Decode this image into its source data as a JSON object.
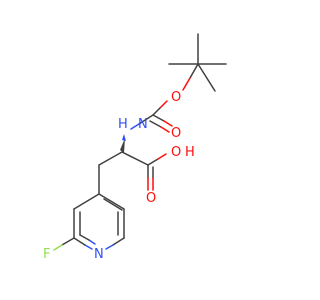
{
  "molecule": {
    "atoms": {
      "o_ester": "O",
      "o_carbonyl": "O",
      "nh": "H",
      "n_amide": "N",
      "o_h": "O",
      "h_acid": "H",
      "o_acid": "O",
      "fluorine": "F",
      "n_ring": "N"
    },
    "colors": {
      "carbon_bond": "#404040",
      "oxygen": "#ff0d0d",
      "nitrogen": "#3050f8",
      "fluorine": "#90e050"
    }
  }
}
